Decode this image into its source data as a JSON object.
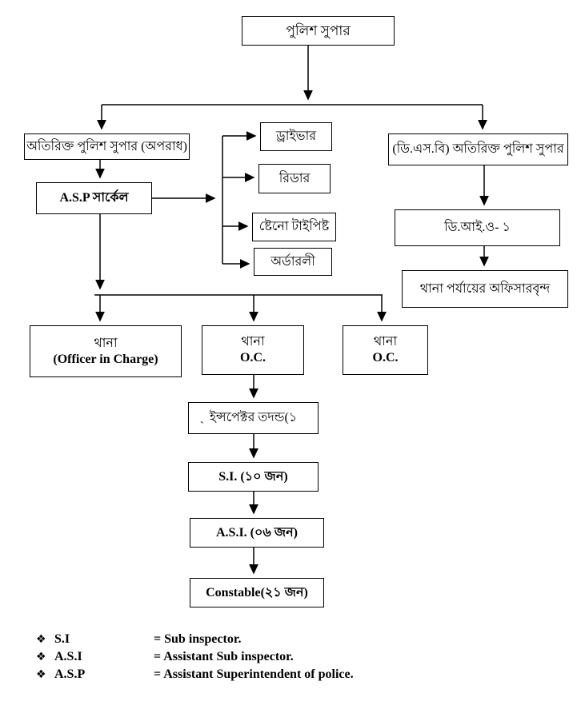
{
  "chart": {
    "title_note": "Police organisational chart",
    "nodes": {
      "police_super": "পুলিশ সুপার",
      "addl_super_crime": "অতিরিক্ত পুলিশ সুপার (অপরাধ)",
      "asp_circle": "A.S.P সার্কেল",
      "driver": "ড্রাইভার",
      "reader": "রিডার",
      "steno_typist": "ষ্টেনো টাইপিষ্ট",
      "orderly": "অর্ডারলী",
      "dsb_addl_super": "(ডি.এস.বি) অতিরিক্ত পুলিশ সুপার",
      "dio_1": "ডি.আই.ও- ১",
      "thana_level_officers": "থানা পর্যায়ের অফিসারবৃন্দ",
      "thana_oic_line1": "থানা",
      "thana_oic_line2": "(Officer in Charge)",
      "thana_oc1_line1": "থানা",
      "thana_oc1_line2": "O.C.",
      "thana_oc2_line1": "থানা",
      "thana_oc2_line2": "O.C.",
      "inspector": "ইন্সপেক্টর তদন্ড(১",
      "inspector_stray_mark": "`",
      "si": "S.I. (১০ জন)",
      "asi": "A.S.I. (০৬ জন)",
      "constable": "Constable(২১ জন)"
    },
    "legend": [
      {
        "bullet": "❖",
        "term": "S.I",
        "definition": "= Sub inspector."
      },
      {
        "bullet": "❖",
        "term": "A.S.I",
        "definition": "= Assistant Sub inspector."
      },
      {
        "bullet": "❖",
        "term": "A.S.P",
        "definition": "= Assistant Superintendent of police."
      }
    ],
    "colors": {
      "background": "#ffffff",
      "line": "#000000",
      "box_border": "#000000",
      "text": "#000000"
    }
  }
}
